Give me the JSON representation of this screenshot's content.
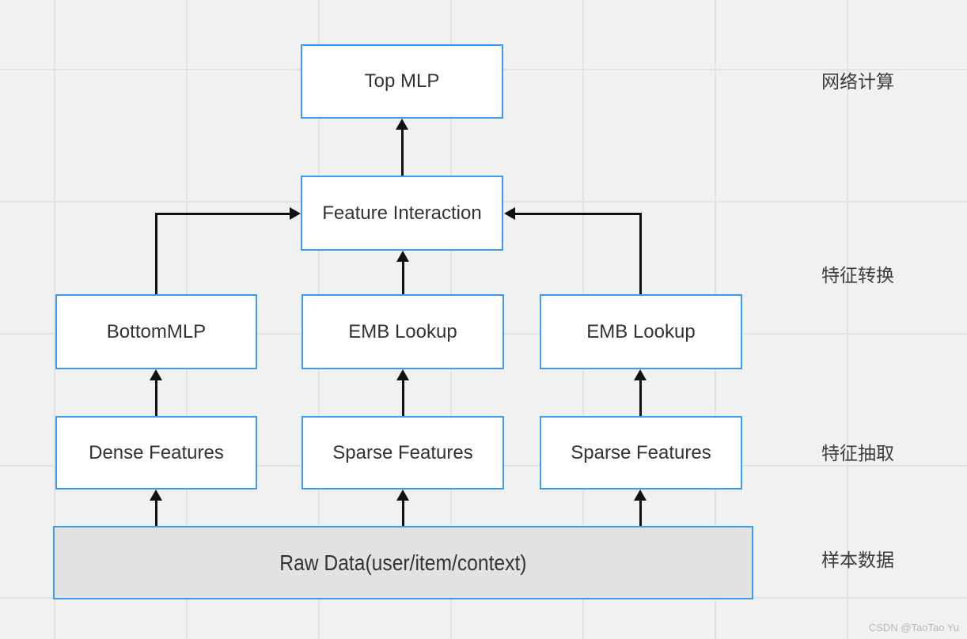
{
  "diagram": {
    "nodes": [
      {
        "id": "top-mlp",
        "label": "Top MLP"
      },
      {
        "id": "feature-interaction",
        "label": "Feature Interaction"
      },
      {
        "id": "bottom-mlp",
        "label": "BottomMLP"
      },
      {
        "id": "emb-lookup-left",
        "label": "EMB Lookup"
      },
      {
        "id": "emb-lookup-right",
        "label": "EMB Lookup"
      },
      {
        "id": "dense-features",
        "label": "Dense Features"
      },
      {
        "id": "sparse-features-left",
        "label": "Sparse Features"
      },
      {
        "id": "sparse-features-right",
        "label": "Sparse Features"
      },
      {
        "id": "raw-data",
        "label": "Raw Data(user/item/context)"
      }
    ],
    "edges": [
      {
        "from": "feature-interaction",
        "to": "top-mlp"
      },
      {
        "from": "bottom-mlp",
        "to": "feature-interaction"
      },
      {
        "from": "emb-lookup-left",
        "to": "feature-interaction"
      },
      {
        "from": "emb-lookup-right",
        "to": "feature-interaction"
      },
      {
        "from": "dense-features",
        "to": "bottom-mlp"
      },
      {
        "from": "sparse-features-left",
        "to": "emb-lookup-left"
      },
      {
        "from": "sparse-features-right",
        "to": "emb-lookup-right"
      },
      {
        "from": "raw-data",
        "to": "dense-features"
      },
      {
        "from": "raw-data",
        "to": "sparse-features-left"
      },
      {
        "from": "raw-data",
        "to": "sparse-features-right"
      }
    ],
    "stages": [
      {
        "label": "网络计算"
      },
      {
        "label": "特征转换"
      },
      {
        "label": "特征抽取"
      },
      {
        "label": "样本数据"
      }
    ],
    "colors": {
      "node_border": "#3b9cf2",
      "node_fill": "#ffffff",
      "raw_data_fill": "#e2e2e2",
      "arrow": "#111111",
      "background": "#f1f1f1",
      "grid_line": "#e3e3e3",
      "text": "#333333",
      "stage_text": "#3c3c3c",
      "watermark_text": "#b9b9b9"
    }
  },
  "watermark": {
    "text": "CSDN @TaoTao Yu"
  }
}
